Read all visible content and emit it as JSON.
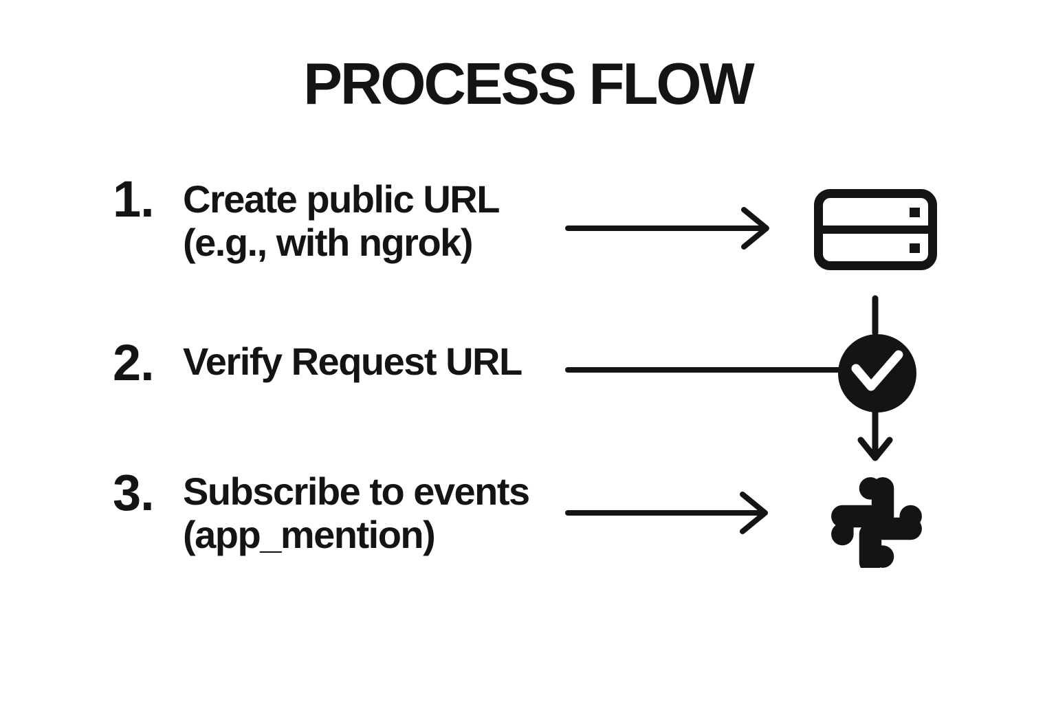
{
  "title": "PROCESS FLOW",
  "colors": {
    "ink": "#141414",
    "background": "#ffffff",
    "check_mark": "#ffffff"
  },
  "steps": [
    {
      "number": "1.",
      "lines": [
        "Create public URL",
        "(e.g., with ngrok)"
      ],
      "connector": "right-arrow",
      "target_icon": "server-icon"
    },
    {
      "number": "2.",
      "lines": [
        "Verify Request URL"
      ],
      "connector": "plain-line",
      "target_icon": "check-circle-icon"
    },
    {
      "number": "3.",
      "lines": [
        "Subscribe to events",
        "(app_mention)"
      ],
      "connector": "right-arrow",
      "target_icon": "slack-icon"
    }
  ]
}
